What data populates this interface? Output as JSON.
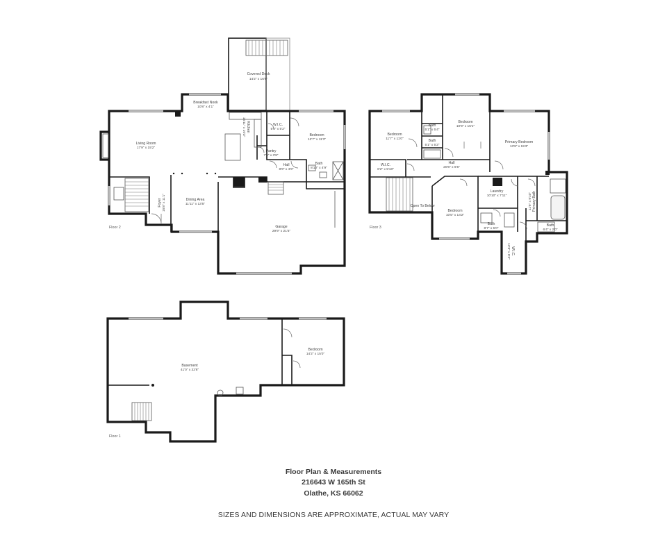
{
  "rooms": {
    "covered_deck": {
      "name": "Covered Deck",
      "dims": "14'2\" x 16'9\""
    },
    "breakfast_nook": {
      "name": "Breakfast Nook",
      "dims": "10'8\" x 4'1\""
    },
    "living_room": {
      "name": "Living Room",
      "dims": "17'9\" x 15'2\""
    },
    "kitchen": {
      "name": "Kitchen",
      "dims": "15'11\" x 10'3\""
    },
    "wic_f2": {
      "name": "W.I.C.",
      "dims": "5'5\" x 5'2\""
    },
    "pantry": {
      "name": "Pantry",
      "dims": "7'4\" x 3'9\""
    },
    "bedroom_f2": {
      "name": "Bedroom",
      "dims": "12'7\" x 11'3\""
    },
    "hall_f2": {
      "name": "Hall",
      "dims": "8'9\" x 4'9\""
    },
    "bath_f2": {
      "name": "Bath",
      "dims": "8'10\" x 4'9\""
    },
    "foyer": {
      "name": "Foyer",
      "dims": "15'8\" x 11'1\""
    },
    "dining_area": {
      "name": "Dining Area",
      "dims": "11'11\" x 13'5\""
    },
    "garage": {
      "name": "Garage",
      "dims": "29'9\" x 21'5\""
    },
    "bedroom_f3_a": {
      "name": "Bedroom",
      "dims": "11'7\" x 11'0\""
    },
    "bath_f3_a": {
      "name": "Bath",
      "dims": "5'1\" x 5'4\""
    },
    "bath_f3_b": {
      "name": "Bath",
      "dims": "5'1\" x 5'2\""
    },
    "bedroom_f3_b": {
      "name": "Bedroom",
      "dims": "10'9\" x 15'1\""
    },
    "primary_bedroom": {
      "name": "Primary Bedroom",
      "dims": "13'9\" x 15'3\""
    },
    "wic_f3": {
      "name": "W.I.C.",
      "dims": "6'2\" x 5'10\""
    },
    "hall_f3": {
      "name": "Hall",
      "dims": "20'6\" x 6'5\""
    },
    "open_to_below": {
      "name": "Open To Below",
      "dims": ""
    },
    "laundry": {
      "name": "Laundry",
      "dims": "10'10\" x 7'11\""
    },
    "primary_bath": {
      "name": "Primary Bath",
      "dims": "11'9\" x 9'10\""
    },
    "bedroom_f3_c": {
      "name": "Bedroom",
      "dims": "10'5\" x 14'2\""
    },
    "bath_f3_c": {
      "name": "Bath",
      "dims": "8'7\" x 5'0\""
    },
    "bath_f3_d": {
      "name": "Bath",
      "dims": "6'4\" x 2'0\""
    },
    "wic_f3_b": {
      "name": "W.I.C.",
      "dims": "12'8\" x 8'2\""
    },
    "basement": {
      "name": "Basement",
      "dims": "41'0\" x 32'8\""
    },
    "bedroom_f1": {
      "name": "Bedroom",
      "dims": "14'2\" x 15'0\""
    }
  },
  "floors": {
    "floor2": "Floor 2",
    "floor3": "Floor 3",
    "floor1": "Floor 1"
  },
  "caption": {
    "title": "Floor Plan & Measurements",
    "address": "216643 W 165th St",
    "city": "Olathe, KS  66062",
    "disclaimer": "SIZES AND DIMENSIONS ARE APPROXIMATE, ACTUAL MAY VARY"
  }
}
